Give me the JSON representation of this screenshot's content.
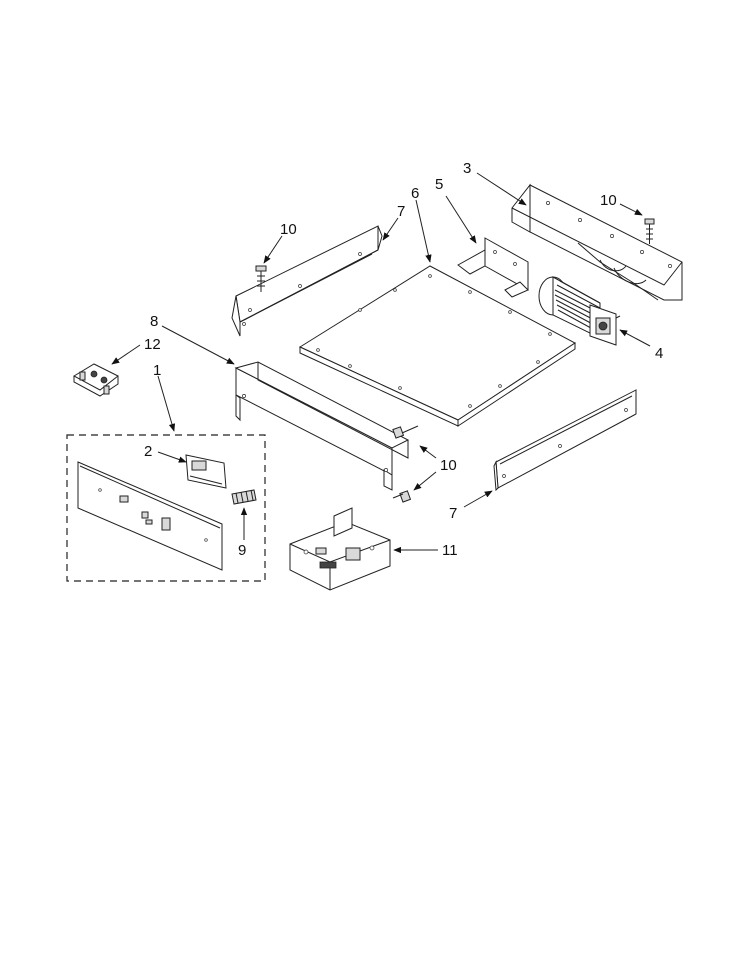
{
  "diagram": {
    "callouts": {
      "c1": "1",
      "c2": "2",
      "c3": "3",
      "c4": "4",
      "c5": "5",
      "c6": "6",
      "c7a": "7",
      "c7b": "7",
      "c8": "8",
      "c9": "9",
      "c10a": "10",
      "c10b": "10",
      "c10c": "10",
      "c11": "11",
      "c12": "12"
    }
  }
}
